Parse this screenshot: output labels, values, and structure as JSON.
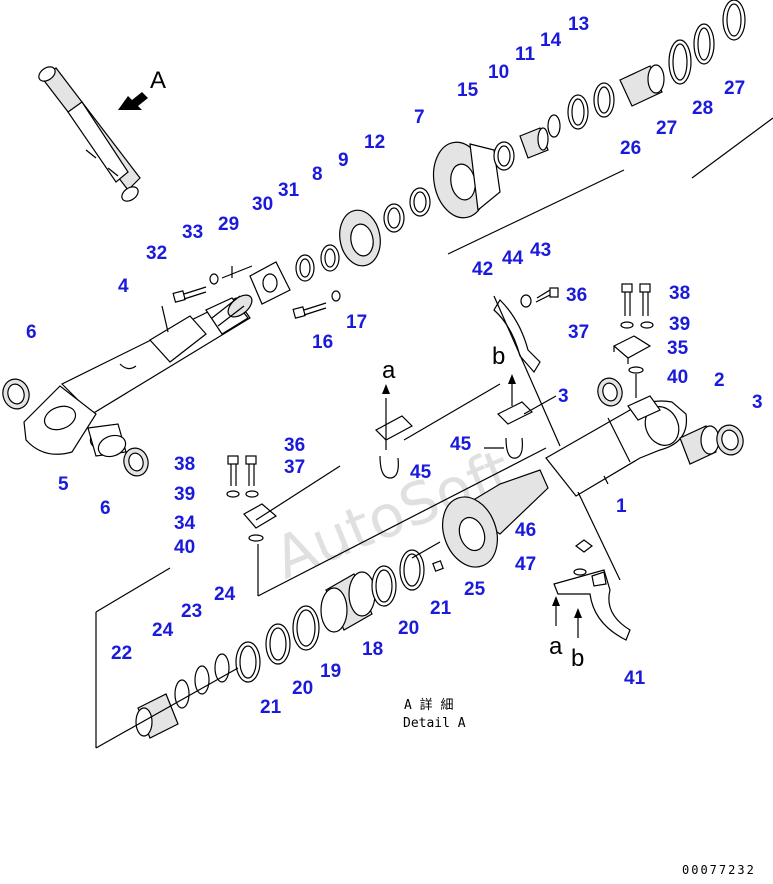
{
  "view_label": "A",
  "detail": {
    "jp": "A 詳 細",
    "en": "Detail A"
  },
  "watermark": "AutoSoft",
  "drawing_code": "00077232",
  "sub_labels": {
    "a": "a",
    "b": "b"
  },
  "callouts": [
    "1",
    "2",
    "3",
    "3",
    "4",
    "5",
    "6",
    "6",
    "7",
    "8",
    "9",
    "10",
    "11",
    "12",
    "13",
    "14",
    "15",
    "16",
    "17",
    "18",
    "19",
    "20",
    "20",
    "21",
    "21",
    "22",
    "23",
    "24",
    "24",
    "25",
    "26",
    "27",
    "27",
    "28",
    "29",
    "30",
    "31",
    "32",
    "33",
    "34",
    "35",
    "36",
    "36",
    "37",
    "37",
    "38",
    "38",
    "39",
    "39",
    "40",
    "40",
    "41",
    "42",
    "43",
    "44",
    "45",
    "45",
    "46",
    "47"
  ],
  "colors": {
    "callout": "#1a1adc",
    "line": "#000000",
    "watermark": "#c8c8c8"
  }
}
